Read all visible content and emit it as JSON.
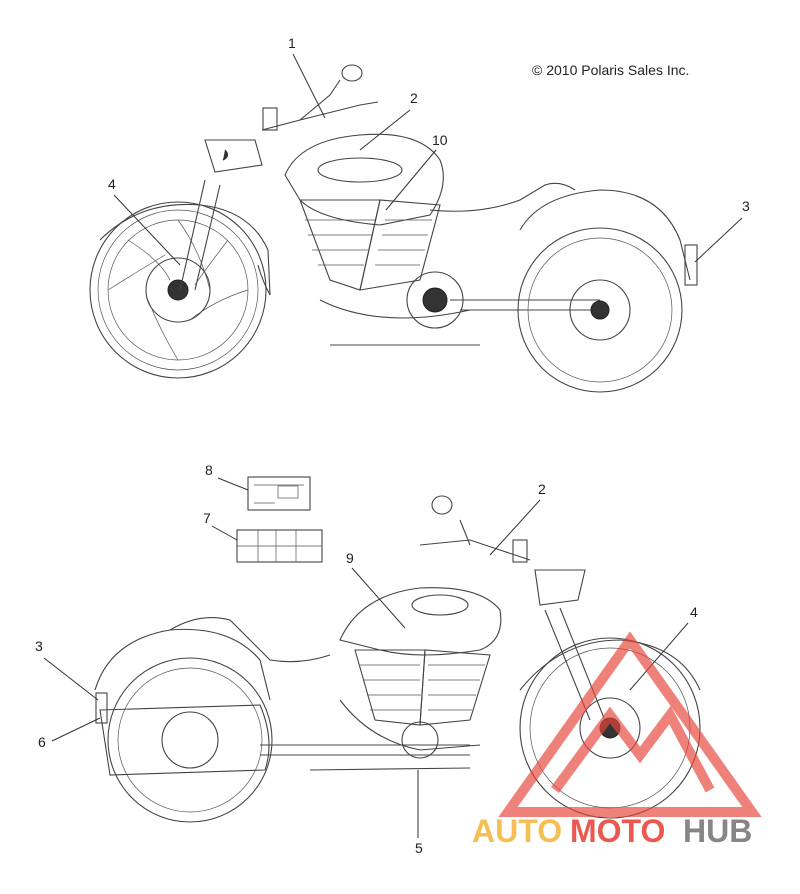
{
  "copyright": "© 2010 Polaris Sales Inc.",
  "callouts_top": [
    "1",
    "2",
    "10",
    "4",
    "3"
  ],
  "callouts_bottom": [
    "8",
    "7",
    "2",
    "9",
    "4",
    "3",
    "6",
    "5"
  ],
  "watermark": {
    "word_a": "AUTO",
    "word_b": "MOTO",
    "word_c": "HUB",
    "color_orange": "#f4b942",
    "color_red": "#e8463c",
    "color_gray": "#7a7a7a"
  },
  "icons": [
    "motorcycle-side-view",
    "decal-label",
    "warning-triangle-logo"
  ]
}
